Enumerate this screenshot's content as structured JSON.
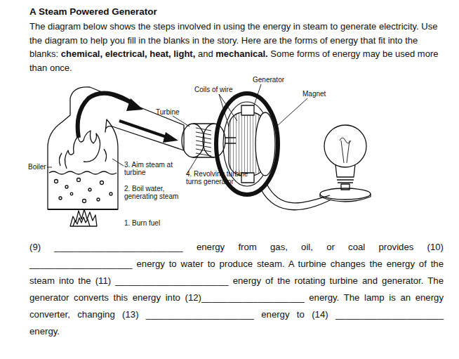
{
  "diagram": {
    "title": "A Steam Powered Generator",
    "labels": [
      "The diagram below shows the steps involved in using the energy in steam to generate electricity. Use the diagram to help you fill in the blanks in the story. Here are the forms of energy that fit into the blanks:",
      "chemical, electrical, heat, light,",
      "and",
      "mechanical.",
      "Some forms of energy may be used more than once.",
      "Generator",
      "Coils of wire",
      "Magnet",
      "Turbine",
      "Boiler",
      "3. Aim steam at turbine",
      "4. Revolving turbine turns generator",
      "2. Boil water, generating steam",
      "1. Burn fuel",
      "(9) _________________________ energy from gas, oil, or coal provides (10) ____________________ energy to water to produce steam. A turbine changes the energy of the steam into the (11) ______________________ energy of the rotating turbine and generator. The generator converts this energy into (12)____________________ energy. The lamp is an energy converter, changing (13) _____________________ energy to (14) _____________________ energy."
    ]
  }
}
